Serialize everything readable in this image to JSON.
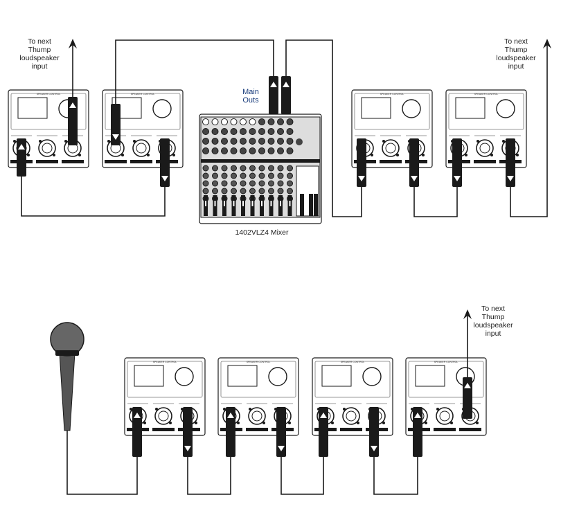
{
  "labels": {
    "next_top_left": "To next\nThump\nloudspeaker\ninput",
    "next_top_right": "To next\nThump\nloudspeaker\ninput",
    "next_bottom": "To next\nThump\nloudspeaker\ninput",
    "main_outs": "Main\nOuts",
    "mixer": "1402VLZ4 Mixer"
  },
  "speaker_panel": {
    "title": "SPEAKER CONTROL"
  },
  "colors": {
    "line": "#1a1a1a",
    "panel": "#ffffff",
    "plug": "#1a1a1a",
    "mic": "#555555"
  }
}
